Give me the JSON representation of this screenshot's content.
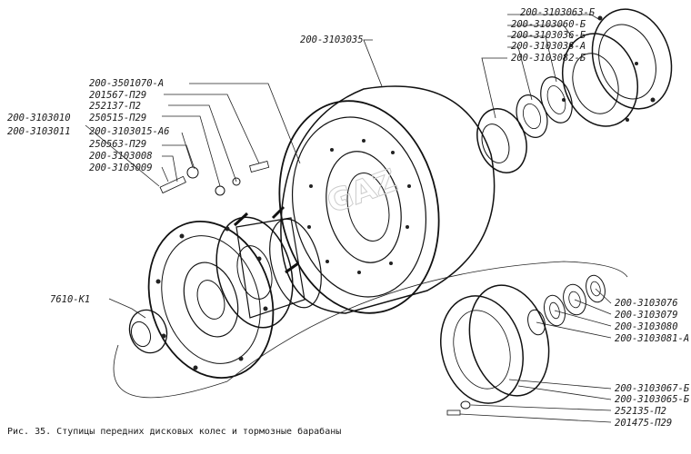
{
  "labels": {
    "l1": "200-3103063-Б",
    "l2": "200-3103060-Б",
    "l3": "200-3103036-Б",
    "l4": "200-3103038-А",
    "l5": "200-3103082-Б",
    "l6": "200-3103035",
    "l7": "200-3501070-А",
    "l8": "201567-П29",
    "l9": "252137-П2",
    "l10": "250515-П29",
    "l11": "200-3103015-А6",
    "l12": "250563-П29",
    "l13": "200-3103008",
    "l14": "200-3103009",
    "l15": "200-3103010",
    "l16": "200-3103011",
    "l17": "7610-К1",
    "l18": "200-3103076",
    "l19": "200-3103079",
    "l20": "200-3103080",
    "l21": "200-3103081-А",
    "l22": "200-3103067-Б",
    "l23": "200-3103065-Б",
    "l24": "252135-П2",
    "l25": "201475-П29"
  },
  "caption": "Рис. 35. Ступицы передних дисковых колес и тормозные барабаны"
}
